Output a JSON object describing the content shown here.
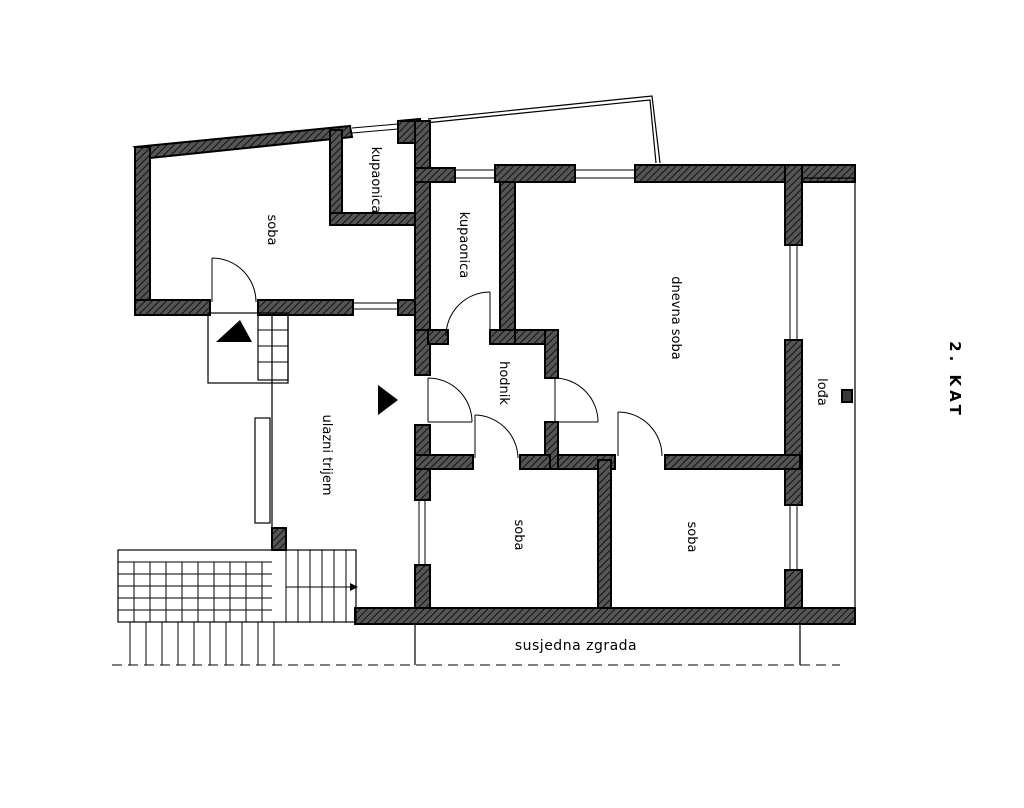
{
  "floor_label": "2. KAT",
  "rooms": {
    "soba_top": "soba",
    "kupaonica_small": "kupaonica",
    "kupaonica": "kupaonica",
    "dnevna_soba": "dnevna soba",
    "lodja": "lođa",
    "hodnik": "hodnik",
    "ulazni_trijem": "ulazni trijem",
    "soba_mid": "soba",
    "soba_right": "soba"
  },
  "neighbour": "susjedna zgrada"
}
